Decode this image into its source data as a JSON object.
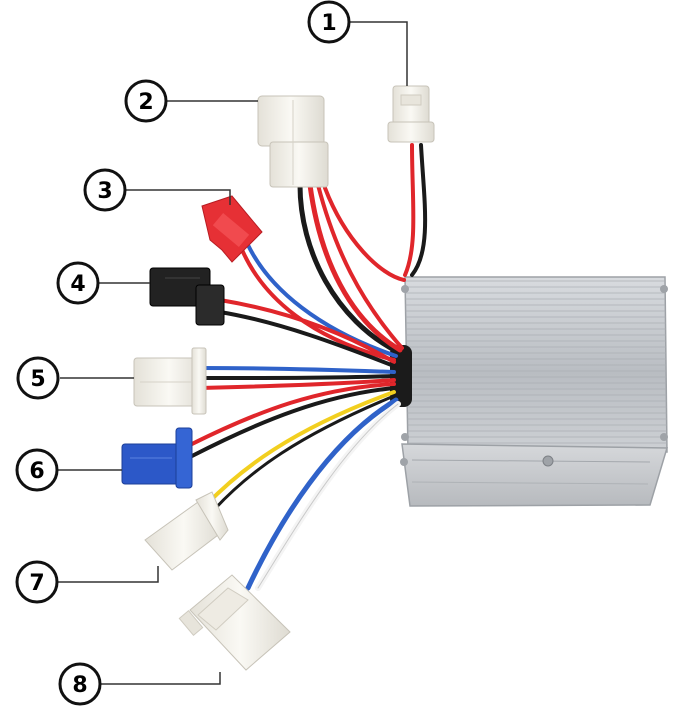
{
  "callouts": [
    {
      "number": "1"
    },
    {
      "number": "2"
    },
    {
      "number": "3"
    },
    {
      "number": "4"
    },
    {
      "number": "5"
    },
    {
      "number": "6"
    },
    {
      "number": "7"
    },
    {
      "number": "8"
    }
  ],
  "colors": {
    "wire_red": "#e0262b",
    "wire_black": "#1a1a1a",
    "wire_blue": "#2f62c9",
    "wire_white": "#f4f4f4",
    "wire_yellow": "#f2cf1f",
    "connector_white": "#f3f1ea",
    "connector_red": "#e63035",
    "connector_black": "#222222",
    "connector_blue": "#2c58c8",
    "housing_aluminum": "#c9ccd0",
    "callout_stroke": "#111111"
  }
}
